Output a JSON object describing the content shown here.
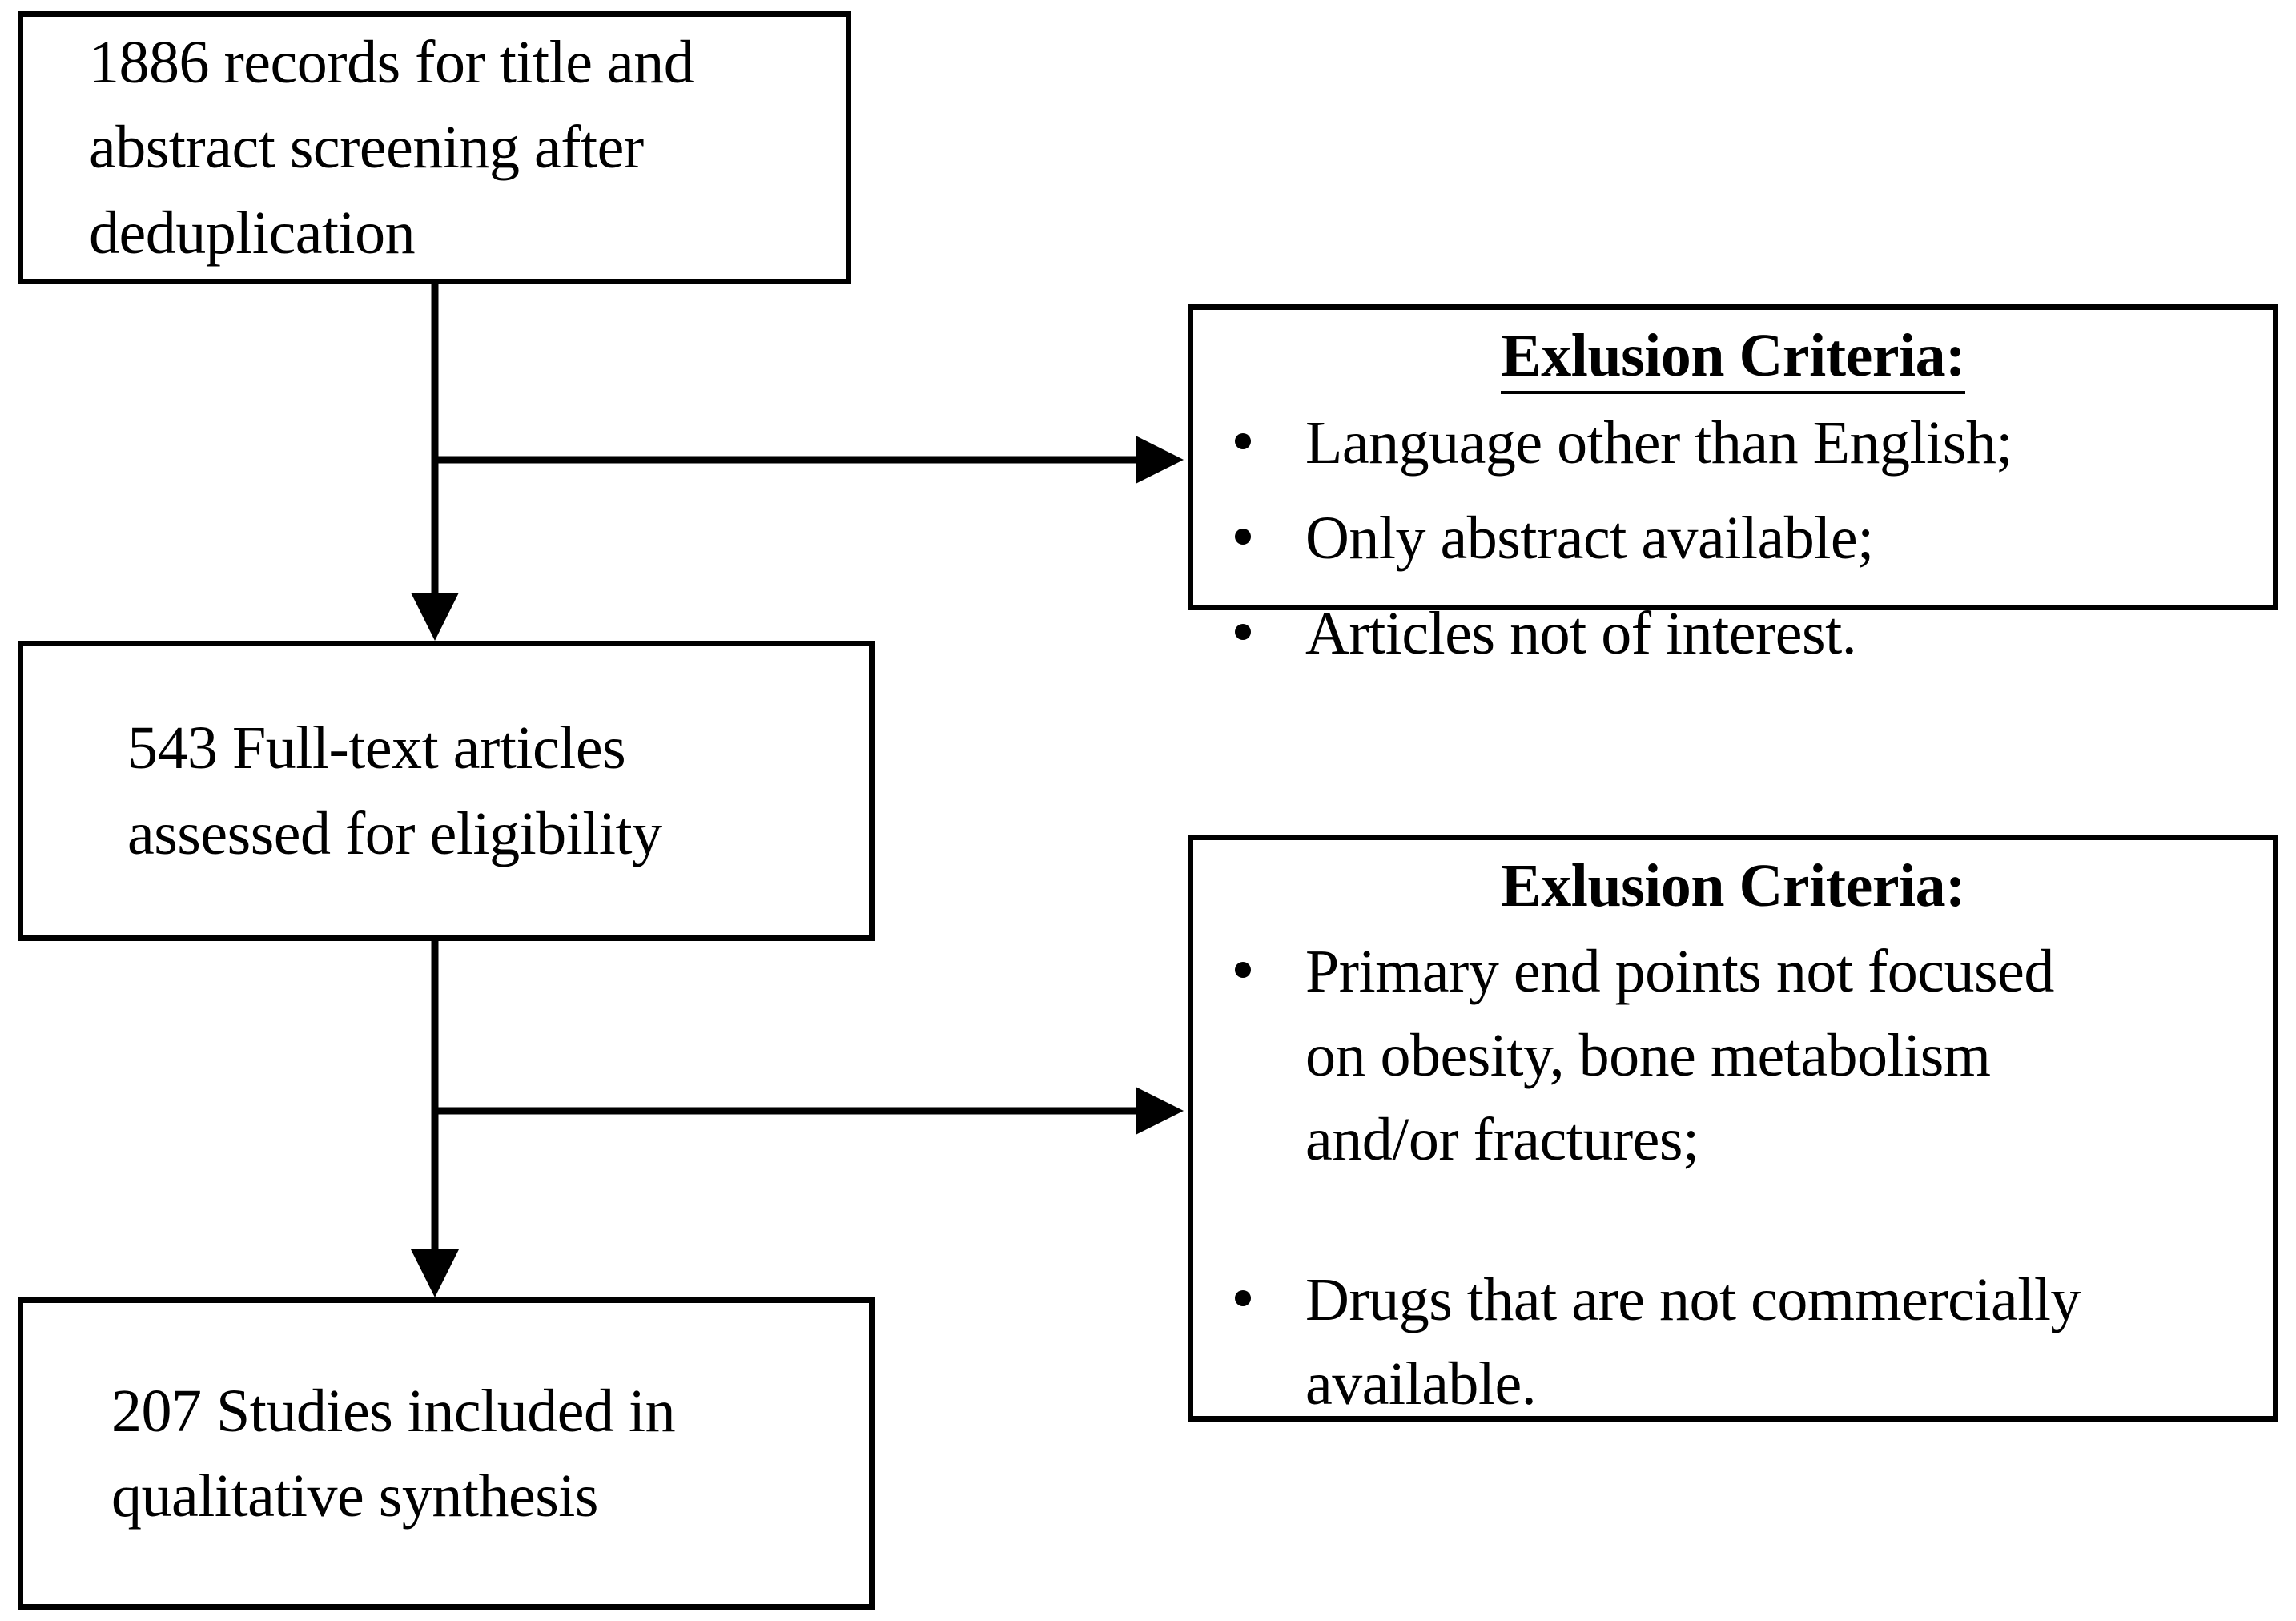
{
  "diagram": {
    "type": "prisma-flow-diagram",
    "title": "Study selection flow",
    "colors": {
      "stroke": "#000000",
      "background": "#ffffff",
      "text": "#000000"
    },
    "boxes": [
      {
        "id": "records",
        "count": "1886",
        "lines": [
          "1886 records for title and",
          "abstract screening after",
          "deduplication"
        ],
        "full_text": "1886 records for title and abstract screening after deduplication"
      },
      {
        "id": "fulltext",
        "count": "543",
        "lines": [
          "543 Full-text articles",
          "assessed for eligibility"
        ],
        "full_text": "543 Full-text articles assessed for eligibility"
      },
      {
        "id": "included",
        "count": "207",
        "lines": [
          "207 Studies included in",
          "qualitative synthesis"
        ],
        "full_text": "207 Studies included in qualitative synthesis"
      }
    ],
    "exclusion_boxes": [
      {
        "id": "exclusion-1",
        "heading": "Exlusion Criteria:",
        "underlined": true,
        "items": [
          {
            "lines": [
              "Language other than English;"
            ]
          },
          {
            "lines": [
              "Only abstract available;"
            ]
          },
          {
            "lines": [
              "Articles not of interest."
            ]
          }
        ]
      },
      {
        "id": "exclusion-2",
        "heading": "Exlusion Criteria:",
        "underlined": false,
        "items": [
          {
            "lines": [
              "Primary end points not focused",
              "on obesity, bone metabolism",
              "and/or fractures;"
            ],
            "gap_after": true
          },
          {
            "lines": [
              "Drugs that are not commercially",
              "available."
            ],
            "gap_after": false
          }
        ]
      }
    ],
    "connectors": [
      {
        "id": "records-to-fulltext",
        "from": "records",
        "to": "fulltext",
        "direction": "down",
        "arrowhead": true
      },
      {
        "id": "records-to-exclusion-1",
        "from": "records",
        "to": "exclusion-1",
        "direction": "right",
        "arrowhead": true
      },
      {
        "id": "fulltext-to-included",
        "from": "fulltext",
        "to": "included",
        "direction": "down",
        "arrowhead": true
      },
      {
        "id": "fulltext-to-exclusion-2",
        "from": "fulltext",
        "to": "exclusion-2",
        "direction": "right",
        "arrowhead": true
      }
    ]
  }
}
